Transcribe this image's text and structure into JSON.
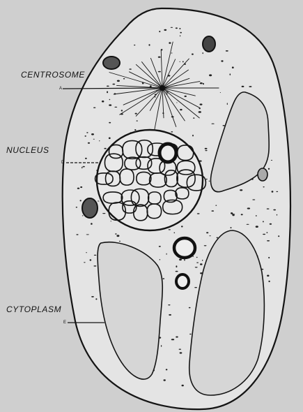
{
  "labels": {
    "centrosome": {
      "text": "CENTROSOME",
      "tag": "A"
    },
    "nucleus": {
      "text": "NUCLEUS",
      "tag": "D"
    },
    "cytoplasm": {
      "text": "CYTOPLASM",
      "tag": "E"
    }
  },
  "colors": {
    "page": "#cfcfcf",
    "cell_fill": "#e4e4e4",
    "ink": "#141414",
    "vacuole_fill": "#d6d6d6",
    "body_fill": "#555555"
  }
}
